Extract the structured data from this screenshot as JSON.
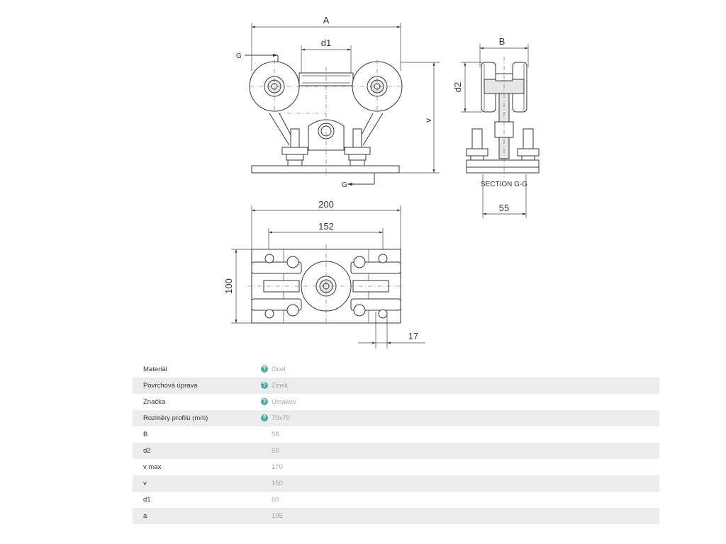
{
  "drawing": {
    "labels": {
      "A": "A",
      "d1": "d1",
      "G": "G",
      "v": "v",
      "B": "B",
      "d2": "d2",
      "section": "SECTION G-G",
      "w55": "55",
      "w200": "200",
      "w152": "152",
      "h100": "100",
      "w17": "17"
    }
  },
  "props": {
    "help_glyph": "?",
    "rows": [
      {
        "label": "Materiál",
        "value": "Ocel",
        "help": true
      },
      {
        "label": "Povrchová úprava",
        "value": "Zinek",
        "help": true
      },
      {
        "label": "Značka",
        "value": "Umakov",
        "help": true
      },
      {
        "label": "Rozměry profilu (mm)",
        "value": "70x70",
        "help": true
      },
      {
        "label": "B",
        "value": "58",
        "help": false
      },
      {
        "label": "d2",
        "value": "60",
        "help": false
      },
      {
        "label": "v max",
        "value": "170",
        "help": false
      },
      {
        "label": "v",
        "value": "150",
        "help": false
      },
      {
        "label": "d1",
        "value": "60",
        "help": false
      },
      {
        "label": "a",
        "value": "195",
        "help": false
      }
    ]
  }
}
